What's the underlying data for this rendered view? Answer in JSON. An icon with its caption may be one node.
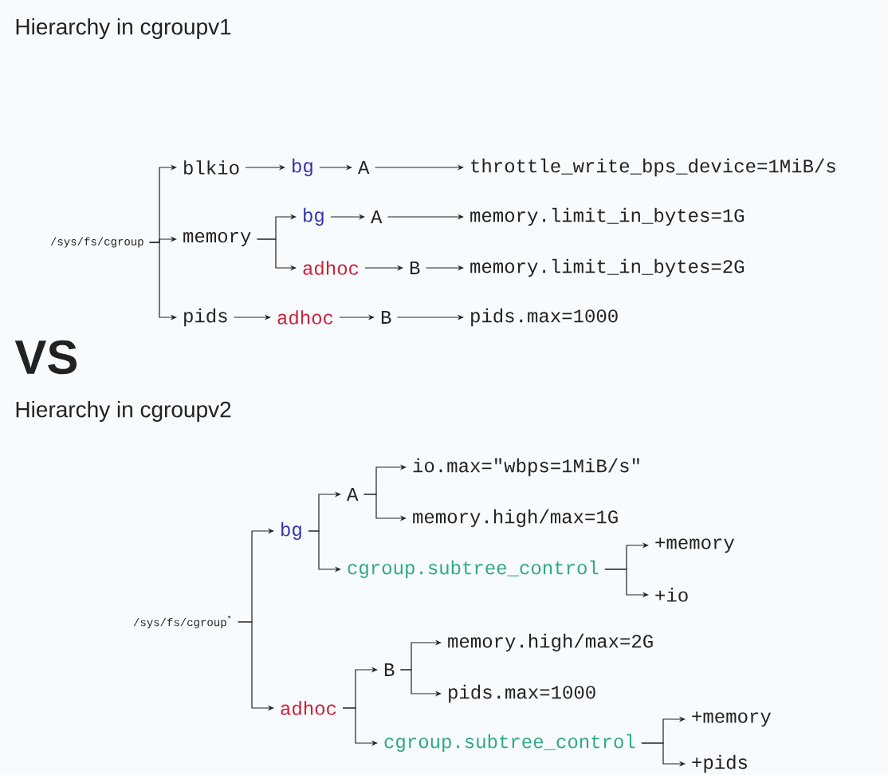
{
  "diagram": {
    "nodes": [
      {
        "text": [
          "/sys/fs/cgroup"
        ]
      },
      {
        "text": [
          "blkio"
        ]
      },
      {
        "text": [
          "bg"
        ]
      },
      {
        "text": [
          "A"
        ]
      },
      {
        "text": [
          "throttle_write_bps_device=1MiB/s"
        ]
      },
      {
        "text": [
          "memory"
        ]
      },
      {
        "text": [
          "bg"
        ]
      },
      {
        "text": [
          "A"
        ]
      },
      {
        "text": [
          "memory.limit_in_bytes=1G"
        ]
      },
      {
        "text": [
          "adhoc"
        ]
      },
      {
        "text": [
          "B"
        ]
      },
      {
        "text": [
          "memory.limit_in_bytes=2G"
        ]
      },
      {
        "text": [
          "pids"
        ]
      },
      {
        "text": [
          "adhoc"
        ]
      },
      {
        "text": [
          "B"
        ]
      },
      {
        "text": [
          "pids.max=1000"
        ]
      },
      {
        "text": [
          "/sys/fs/cgroup$^{*}$"
        ]
      },
      {
        "text": [
          "bg"
        ]
      },
      {
        "text": [
          "A"
        ]
      },
      {
        "text": [
          "io.max=\"wbps=1MiB/s\""
        ]
      },
      {
        "text": [
          "memory.high/max=1G"
        ]
      },
      {
        "text": [
          "cgroup.subtree_control"
        ]
      },
      {
        "text": [
          "+memory"
        ]
      },
      {
        "text": [
          "+io"
        ]
      },
      {
        "text": [
          "adhoc"
        ]
      },
      {
        "text": [
          "B"
        ]
      },
      {
        "text": [
          "memory.high/max=2G"
        ]
      },
      {
        "text": [
          "pids.max=1000"
        ]
      },
      {
        "text": [
          "cgroup.subtree_control"
        ]
      },
      {
        "text": [
          "+memory"
        ]
      },
      {
        "text": [
          "+pids"
        ]
      }
    ],
    "edges": [
      {
        "from": 0,
        "to": 1,
        "arrow": "to"
      },
      {
        "from": 0,
        "to": 5,
        "arrow": "to"
      },
      {
        "from": 0,
        "to": 12,
        "arrow": "to"
      },
      {
        "from": 1,
        "to": 2,
        "arrow": "to"
      },
      {
        "from": 2,
        "to": 3,
        "arrow": "to"
      },
      {
        "from": 3,
        "to": 4,
        "arrow": "to"
      },
      {
        "from": 5,
        "to": 6,
        "arrow": "to"
      },
      {
        "from": 5,
        "to": 9,
        "arrow": "to"
      },
      {
        "from": 6,
        "to": 7,
        "arrow": "to"
      },
      {
        "from": 7,
        "to": 8,
        "arrow": "to"
      },
      {
        "from": 9,
        "to": 10,
        "arrow": "to"
      },
      {
        "from": 10,
        "to": 11,
        "arrow": "to"
      },
      {
        "from": 12,
        "to": 13,
        "arrow": "to"
      },
      {
        "from": 13,
        "to": 14,
        "arrow": "to"
      },
      {
        "from": 14,
        "to": 15,
        "arrow": "to"
      },
      {
        "from": 16,
        "to": 17,
        "arrow": "to"
      },
      {
        "from": 16,
        "to": 24,
        "arrow": "to"
      },
      {
        "from": 17,
        "to": 18,
        "arrow": "to"
      },
      {
        "from": 17,
        "to": 21,
        "arrow": "to"
      },
      {
        "from": 18,
        "to": 19,
        "arrow": "to"
      },
      {
        "from": 18,
        "to": 20,
        "arrow": "to"
      },
      {
        "from": 21,
        "to": 22,
        "arrow": "to"
      },
      {
        "from": 21,
        "to": 23,
        "arrow": "to"
      },
      {
        "from": 24,
        "to": 25,
        "arrow": "to"
      },
      {
        "from": 24,
        "to": 28,
        "arrow": "to"
      },
      {
        "from": 25,
        "to": 26,
        "arrow": "to"
      },
      {
        "from": 25,
        "to": 27,
        "arrow": "to"
      },
      {
        "from": 28,
        "to": 29,
        "arrow": "to"
      },
      {
        "from": 28,
        "to": 30,
        "arrow": "to"
      }
    ],
    "labels": [
      "Hierarchy in cgroupv1",
      "VS",
      "Hierarchy in cgroupv2"
    ]
  }
}
